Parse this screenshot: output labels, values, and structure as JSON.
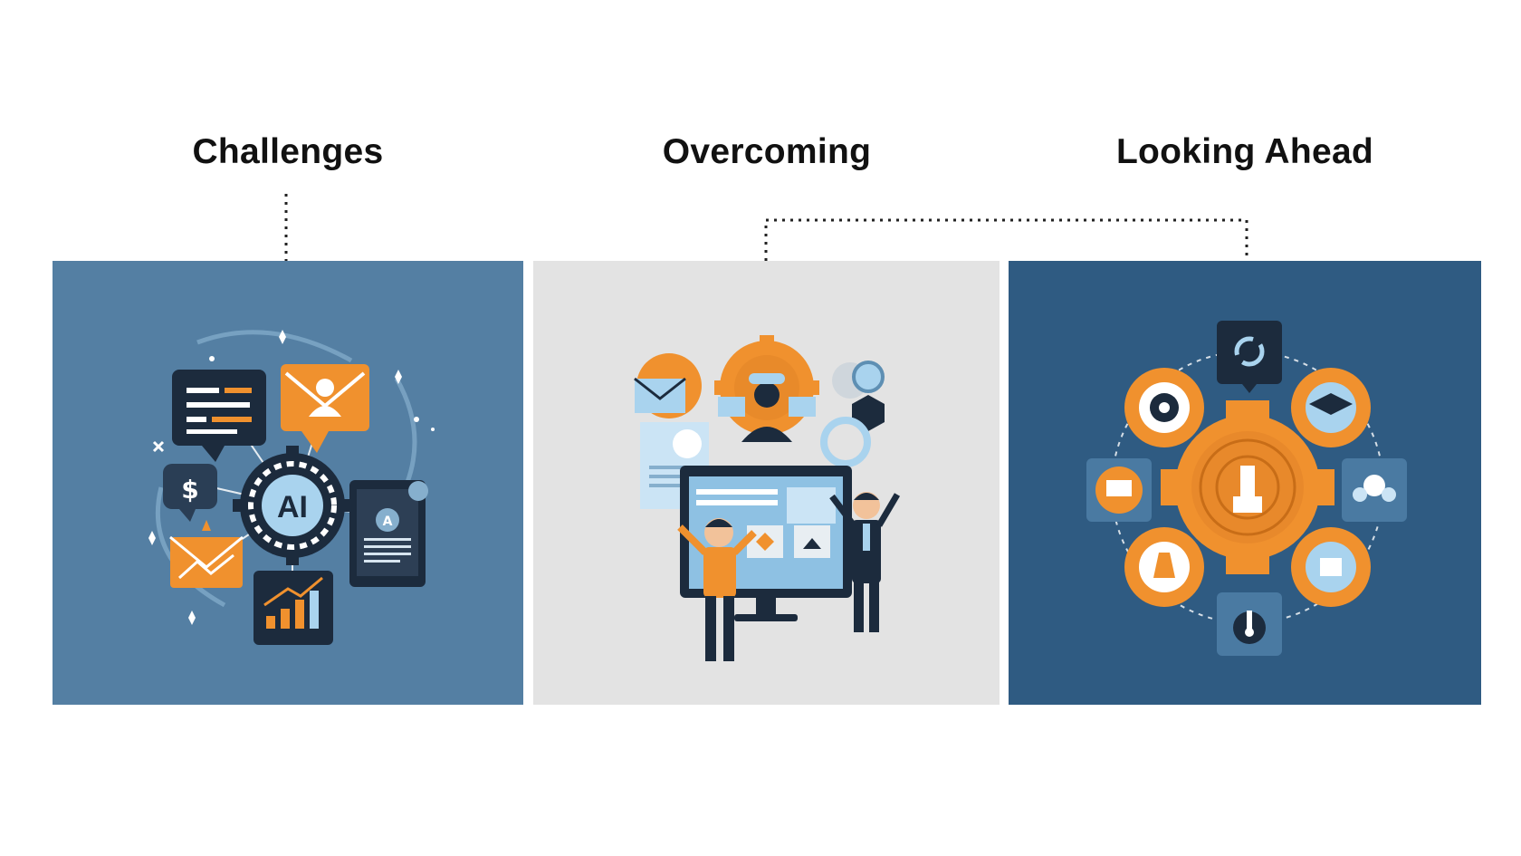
{
  "stages": [
    {
      "title": "Challenges",
      "illustration": "ai-challenges-illustration"
    },
    {
      "title": "Overcoming",
      "illustration": "team-overcoming-illustration"
    },
    {
      "title": "Looking Ahead",
      "illustration": "future-gears-illustration"
    }
  ],
  "challenges_panel": {
    "center_badge": "AI",
    "icons": [
      "document-chat-icon",
      "user-mail-icon",
      "dollar-chat-icon",
      "mail-icon",
      "growth-chart-icon",
      "ai-document-icon",
      "ai-gear-icon"
    ]
  },
  "overcoming_panel": {
    "icons": [
      "mail-gear-icon",
      "worker-gear-icon",
      "gear-cluster-icon",
      "chat-document-icon",
      "monitor-icon",
      "person-orange-icon",
      "person-suit-icon"
    ]
  },
  "ahead_panel": {
    "icons": [
      "cycle-icon",
      "settings-gear-icon",
      "graduation-gear-icon",
      "presentation-icon",
      "central-gear-icon",
      "team-icon",
      "lamp-gear-icon",
      "globe-gear-icon",
      "thermometer-icon"
    ]
  },
  "colors": {
    "challenges_bg": "#547fa3",
    "overcoming_bg": "#e3e3e3",
    "ahead_bg": "#2f5b82",
    "accent_orange": "#f0912e",
    "navy": "#1c2b3d",
    "light_blue": "#a9d3ee"
  }
}
